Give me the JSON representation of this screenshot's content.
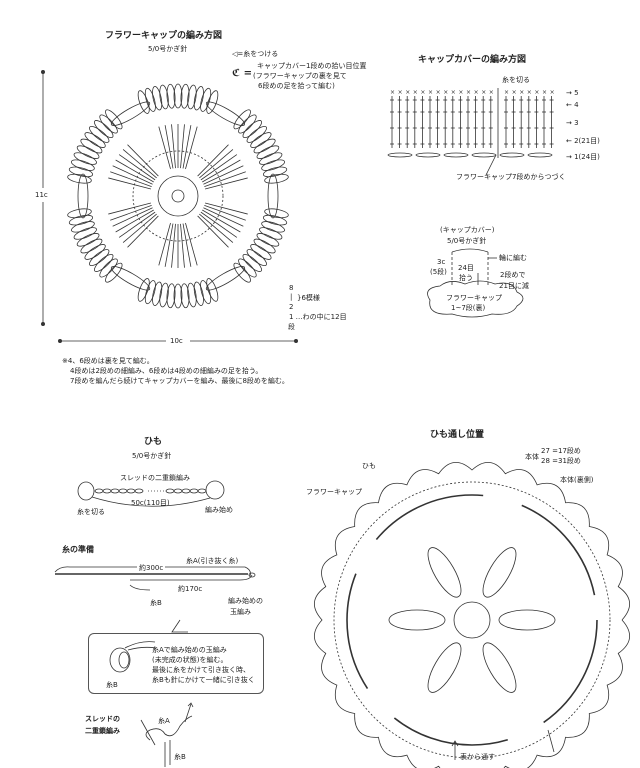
{
  "flower_cap": {
    "title": "フラワーキャップの編み方図",
    "hook": "5/0号かぎ針",
    "legend_attach": "◁=糸をつける",
    "legend_pickup_symbol": "ℭ =",
    "legend_pickup_1": "キャップカバー1段めの拾い目位置",
    "legend_pickup_2": "(フラワーキャップの裏を見て",
    "legend_pickup_3": "6段めの足を拾って編む)",
    "height": "11c",
    "width": "10c",
    "rows_8": "8",
    "rows_sep": "|",
    "rows_2": "2",
    "rows_pattern": "}6模様",
    "row_1": "1 …わの中に12目",
    "row_unit": "段",
    "notes": [
      "※4、6段めは裏を見て編む。",
      "4段めは2段めの細編み、6段めは4段めの細編みの足を拾う。",
      "7段めを編んだら続けてキャップカバーを編み、最後に8段めを編む。"
    ]
  },
  "cap_cover": {
    "title": "キャップカバーの編み方図",
    "cut_yarn": "糸を切る",
    "rows": [
      "→ 5",
      "← 4",
      "→ 3",
      "← 2(21目)",
      "→ 1(24目)"
    ],
    "continue_note": "フラワーキャップ7段めからつづく",
    "sub_title": "(キャップカバー)",
    "sub_hook": "5/0号かぎ針",
    "height": "3c",
    "height_rows": "(5段)",
    "pick": "24目",
    "pick2": "拾う",
    "round": "輪に編む",
    "decrease1": "2段めで",
    "decrease2": "21目に減",
    "base1": "フラワーキャップ",
    "base2": "1~7段(裏)"
  },
  "cord": {
    "title": "ひも",
    "hook": "5/0号かぎ針",
    "stitch": "スレッドの二重鎖編み",
    "length": "50c(110目)",
    "cut_yarn": "糸を切る",
    "start": "編み始め"
  },
  "yarn_prep": {
    "title": "糸の準備",
    "yarn_a": "糸A(引き抜く糸)",
    "len_a": "約300c",
    "len_b": "約170c",
    "yarn_b": "糸B",
    "start_1": "編み始めの",
    "start_2": "玉編み",
    "box_lines": [
      "糸Aで編み始めの玉編み",
      "(未完成の状態)を編む。",
      "最後に糸をかけて引き抜く時、",
      "糸Bも針にかけて一緒に引き抜く"
    ],
    "box_yarn_b": "糸B"
  },
  "thread_chain": {
    "title_1": "スレッドの",
    "title_2": "二重鎖編み",
    "yarn_a": "糸A",
    "yarn_b": "糸B"
  },
  "threading": {
    "title": "ひも通し位置",
    "cord": "ひも",
    "flower_cap": "フラワーキャップ",
    "body": "本体",
    "r27": "27 =17段め",
    "r28": "28 =31段め",
    "body_back": "本体(裏側)",
    "from_front": "表から通す"
  }
}
